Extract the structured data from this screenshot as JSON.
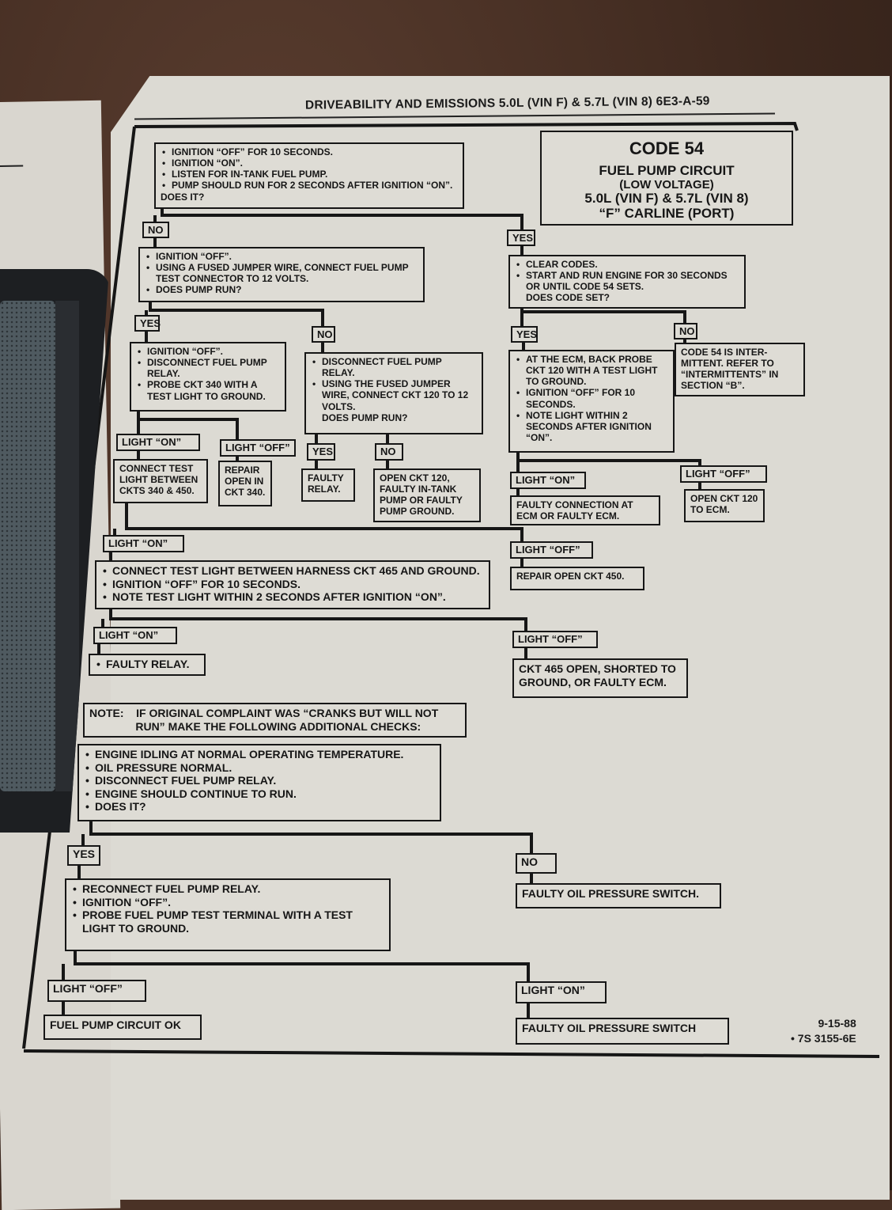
{
  "page_header": "DRIVEABILITY AND EMISSIONS  5.0L  (VIN F) & 5.7L  (VIN 8)  6E3-A-59",
  "title_block": {
    "code": "CODE 54",
    "lines": [
      "FUEL PUMP CIRCUIT",
      "(LOW VOLTAGE)",
      "5.0L  (VIN F)  &  5.7L  (VIN 8)",
      "“F”  CARLINE  (PORT)"
    ]
  },
  "nodes": [
    {
      "id": "n1",
      "lines": [
        {
          "b": true,
          "t": "IGNITION “OFF” FOR 10 SECONDS."
        },
        {
          "b": true,
          "t": "IGNITION “ON”."
        },
        {
          "b": true,
          "t": "LISTEN FOR IN-TANK FUEL PUMP."
        },
        {
          "b": true,
          "t": "PUMP SHOULD RUN FOR 2 SECONDS AFTER IGNITION “ON”."
        },
        {
          "t": "DOES IT?"
        }
      ]
    },
    {
      "id": "l_no1",
      "label": "NO"
    },
    {
      "id": "l_yes1",
      "label": "YES"
    },
    {
      "id": "n2",
      "lines": [
        {
          "b": true,
          "t": "IGNITION “OFF”."
        },
        {
          "b": true,
          "t": "USING A FUSED JUMPER WIRE, CONNECT FUEL PUMP TEST CONNECTOR TO 12 VOLTS."
        },
        {
          "b": true,
          "t": "DOES PUMP RUN?"
        }
      ]
    },
    {
      "id": "n3",
      "lines": [
        {
          "b": true,
          "t": "CLEAR CODES."
        },
        {
          "b": true,
          "t": "START AND RUN ENGINE FOR 30 SECONDS OR UNTIL CODE 54 SETS."
        },
        {
          "i": true,
          "t": "DOES CODE SET?"
        }
      ]
    },
    {
      "id": "l_yes2",
      "label": "YES"
    },
    {
      "id": "l_no2",
      "label": "NO"
    },
    {
      "id": "l_yes3",
      "label": "YES"
    },
    {
      "id": "l_no3",
      "label": "NO"
    },
    {
      "id": "n4",
      "lines": [
        {
          "b": true,
          "t": "IGNITION “OFF”."
        },
        {
          "b": true,
          "t": "DISCONNECT FUEL PUMP RELAY."
        },
        {
          "b": true,
          "t": "PROBE CKT 340 WITH A TEST LIGHT TO GROUND."
        }
      ]
    },
    {
      "id": "n5",
      "lines": [
        {
          "b": true,
          "t": "DISCONNECT FUEL PUMP RELAY."
        },
        {
          "b": true,
          "t": "USING THE FUSED JUMPER WIRE, CONNECT CKT 120 TO 12 VOLTS."
        },
        {
          "i": true,
          "t": "DOES PUMP RUN?"
        }
      ]
    },
    {
      "id": "n6",
      "lines": [
        {
          "b": true,
          "t": "AT THE ECM, BACK PROBE CKT 120 WITH A TEST LIGHT TO GROUND."
        },
        {
          "b": true,
          "t": "IGNITION “OFF” FOR 10 SECONDS."
        },
        {
          "b": true,
          "t": "NOTE LIGHT WITHIN 2 SECONDS AFTER IGNITION “ON”."
        }
      ]
    },
    {
      "id": "n7",
      "lines": [
        {
          "t": "CODE 54 IS INTER-MITTENT.  REFER TO “INTERMITTENTS” IN SECTION “B”."
        }
      ]
    },
    {
      "id": "l_on1",
      "label": "LIGHT “ON”"
    },
    {
      "id": "l_off1",
      "label": "LIGHT “OFF”"
    },
    {
      "id": "l_yes4",
      "label": "YES"
    },
    {
      "id": "l_no4",
      "label": "NO"
    },
    {
      "id": "n8",
      "lines": [
        {
          "t": "CONNECT TEST LIGHT BETWEEN CKTS 340 & 450."
        }
      ]
    },
    {
      "id": "n9",
      "lines": [
        {
          "t": "REPAIR OPEN IN CKT 340."
        }
      ]
    },
    {
      "id": "n10",
      "lines": [
        {
          "t": "FAULTY RELAY."
        }
      ]
    },
    {
      "id": "n11",
      "lines": [
        {
          "t": "OPEN CKT 120, FAULTY IN-TANK PUMP OR FAULTY PUMP GROUND."
        }
      ]
    },
    {
      "id": "l_on2",
      "label": "LIGHT “ON”"
    },
    {
      "id": "l_off2",
      "label": "LIGHT “OFF”"
    },
    {
      "id": "n12",
      "lines": [
        {
          "t": "FAULTY CONNECTION AT ECM OR FAULTY ECM."
        }
      ]
    },
    {
      "id": "n13",
      "lines": [
        {
          "t": "OPEN CKT 120 TO ECM."
        }
      ]
    },
    {
      "id": "l_on3",
      "label": "LIGHT “ON”"
    },
    {
      "id": "l_off3",
      "label": "LIGHT “OFF”"
    },
    {
      "id": "n14",
      "lines": [
        {
          "b": true,
          "t": "CONNECT TEST LIGHT BETWEEN HARNESS CKT 465 AND GROUND."
        },
        {
          "b": true,
          "t": "IGNITION “OFF” FOR 10 SECONDS."
        },
        {
          "b": true,
          "t": "NOTE TEST LIGHT WITHIN 2 SECONDS AFTER IGNITION “ON”."
        }
      ]
    },
    {
      "id": "n15",
      "lines": [
        {
          "t": "REPAIR OPEN CKT 450."
        }
      ]
    },
    {
      "id": "l_on4",
      "label": "LIGHT “ON”"
    },
    {
      "id": "l_off4",
      "label": "LIGHT “OFF”"
    },
    {
      "id": "n16",
      "lines": [
        {
          "b": true,
          "t": "FAULTY RELAY."
        }
      ]
    },
    {
      "id": "n17",
      "lines": [
        {
          "t": "CKT 465 OPEN, SHORTED TO GROUND, OR FAULTY ECM."
        }
      ]
    },
    {
      "id": "n18",
      "lines": [
        {
          "t": "NOTE:    IF ORIGINAL COMPLAINT WAS “CRANKS BUT WILL NOT"
        },
        {
          "t": "               RUN” MAKE THE FOLLOWING ADDITIONAL CHECKS:"
        }
      ]
    },
    {
      "id": "n19",
      "lines": [
        {
          "b": true,
          "t": "ENGINE IDLING AT NORMAL OPERATING TEMPERATURE."
        },
        {
          "b": true,
          "t": "OIL PRESSURE NORMAL."
        },
        {
          "b": true,
          "t": "DISCONNECT FUEL PUMP RELAY."
        },
        {
          "b": true,
          "t": "ENGINE SHOULD CONTINUE TO RUN."
        },
        {
          "b": true,
          "t": "DOES IT?"
        }
      ]
    },
    {
      "id": "l_yes5",
      "label": "YES"
    },
    {
      "id": "l_no5",
      "label": "NO"
    },
    {
      "id": "n20",
      "lines": [
        {
          "b": true,
          "t": "RECONNECT FUEL PUMP RELAY."
        },
        {
          "b": true,
          "t": "IGNITION “OFF”."
        },
        {
          "b": true,
          "t": "PROBE FUEL PUMP TEST TERMINAL WITH A TEST LIGHT TO GROUND."
        }
      ]
    },
    {
      "id": "n21",
      "lines": [
        {
          "t": "FAULTY OIL PRESSURE SWITCH."
        }
      ]
    },
    {
      "id": "l_off5",
      "label": "LIGHT “OFF”"
    },
    {
      "id": "l_on5",
      "label": "LIGHT “ON”"
    },
    {
      "id": "n22",
      "lines": [
        {
          "t": "FUEL PUMP CIRCUIT OK"
        }
      ]
    },
    {
      "id": "n23",
      "lines": [
        {
          "t": "FAULTY OIL PRESSURE SWITCH"
        }
      ]
    }
  ],
  "footer": {
    "date": "9-15-88",
    "doc_number": "• 7S 3155-6E"
  }
}
